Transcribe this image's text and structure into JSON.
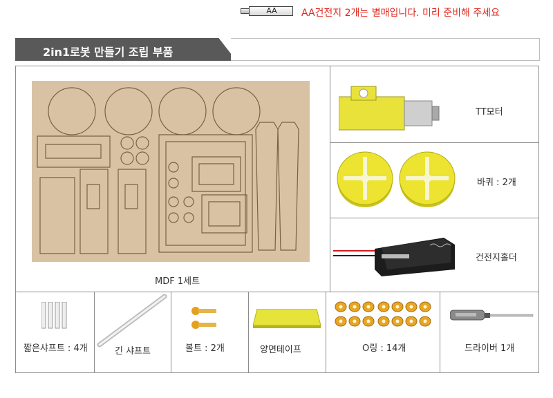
{
  "header": {
    "title": "2in1로봇 만들기 조립 부품",
    "battery_label": "AA",
    "note": "AA건전지 2개는 별매입니다. 미리 준비해 주세요"
  },
  "parts": {
    "mdf": "MDF 1세트",
    "tt_motor": "TT모터",
    "wheel": "바퀴 : 2개",
    "battery_holder": "건전지홀더",
    "short_shaft": "짧은샤프트 : 4개",
    "long_shaft": "긴 샤프트",
    "bolt": "볼트 : 2개",
    "tape": "양면테이프",
    "oring": "O링 : 14개",
    "driver": "드라이버 1개"
  },
  "colors": {
    "mdf": "#d9c2a4",
    "motor_yellow": "#e8e23a",
    "wheel_yellow": "#ece430",
    "oring": "#e7a623",
    "note_red": "#e0281f",
    "header_gray": "#595959"
  }
}
